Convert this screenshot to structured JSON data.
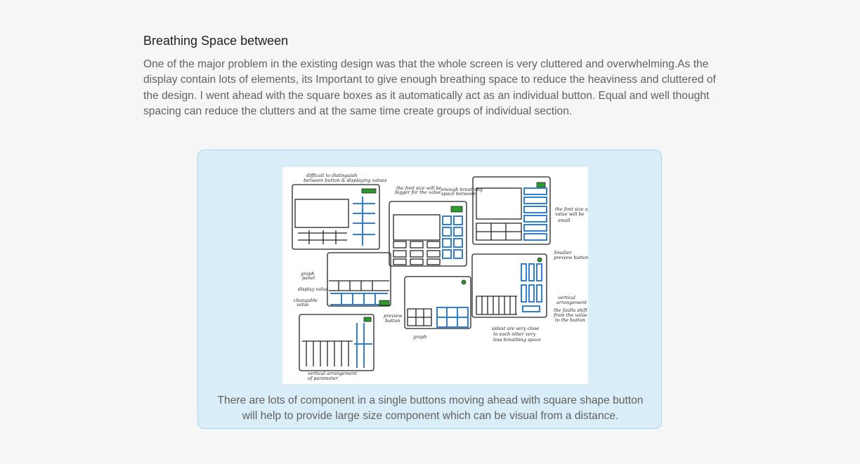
{
  "section": {
    "heading": "Breathing Space between",
    "paragraph": "One of the major problem in the existing design was that the whole screen is very cluttered and overwhelming.As the display contain lots of elements, its Important to give enough breathing space to reduce the heaviness and cluttered of the design. I went ahead with the square boxes as it automatically act as an individual button. Equal and well thought spacing can reduce the clutters and at the same time create groups of individual section."
  },
  "figure": {
    "image_subject": "hand-drawn-wireframe-sketches",
    "caption": "There are lots of component in a single buttons moving ahead with square shape button will help to provide large size component which can be visual from a distance.",
    "colors": {
      "card_bg": "#d9eef8",
      "card_border": "#a9d4e9",
      "sketch_blue": "#2f7fd6",
      "sketch_green": "#2e9a2e"
    }
  }
}
